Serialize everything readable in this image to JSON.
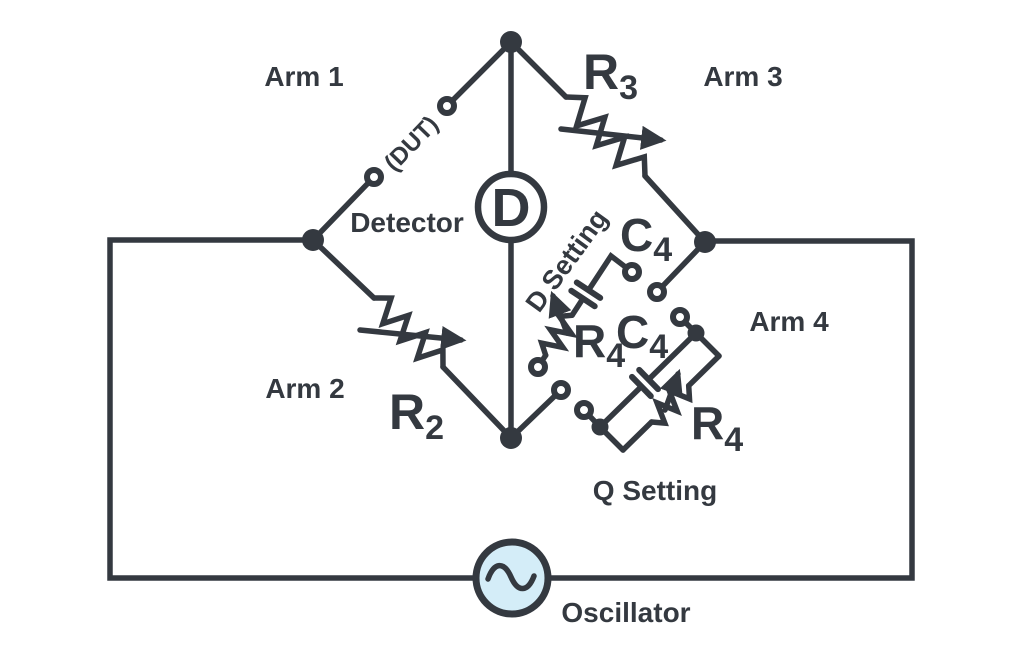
{
  "labels": {
    "arm1": "Arm 1",
    "arm2": "Arm 2",
    "arm3": "Arm 3",
    "arm4": "Arm 4",
    "dut": "(DUT)",
    "detector": "Detector",
    "detector_symbol": "D",
    "d_setting": "D Setting",
    "q_setting": "Q Setting",
    "oscillator": "Oscillator",
    "r": "R",
    "c": "C",
    "sub2": "2",
    "sub3": "3",
    "sub4": "4"
  },
  "colors": {
    "ink": "#343940",
    "oscillator_fill": "#d4edf8",
    "background": "#ffffff"
  }
}
